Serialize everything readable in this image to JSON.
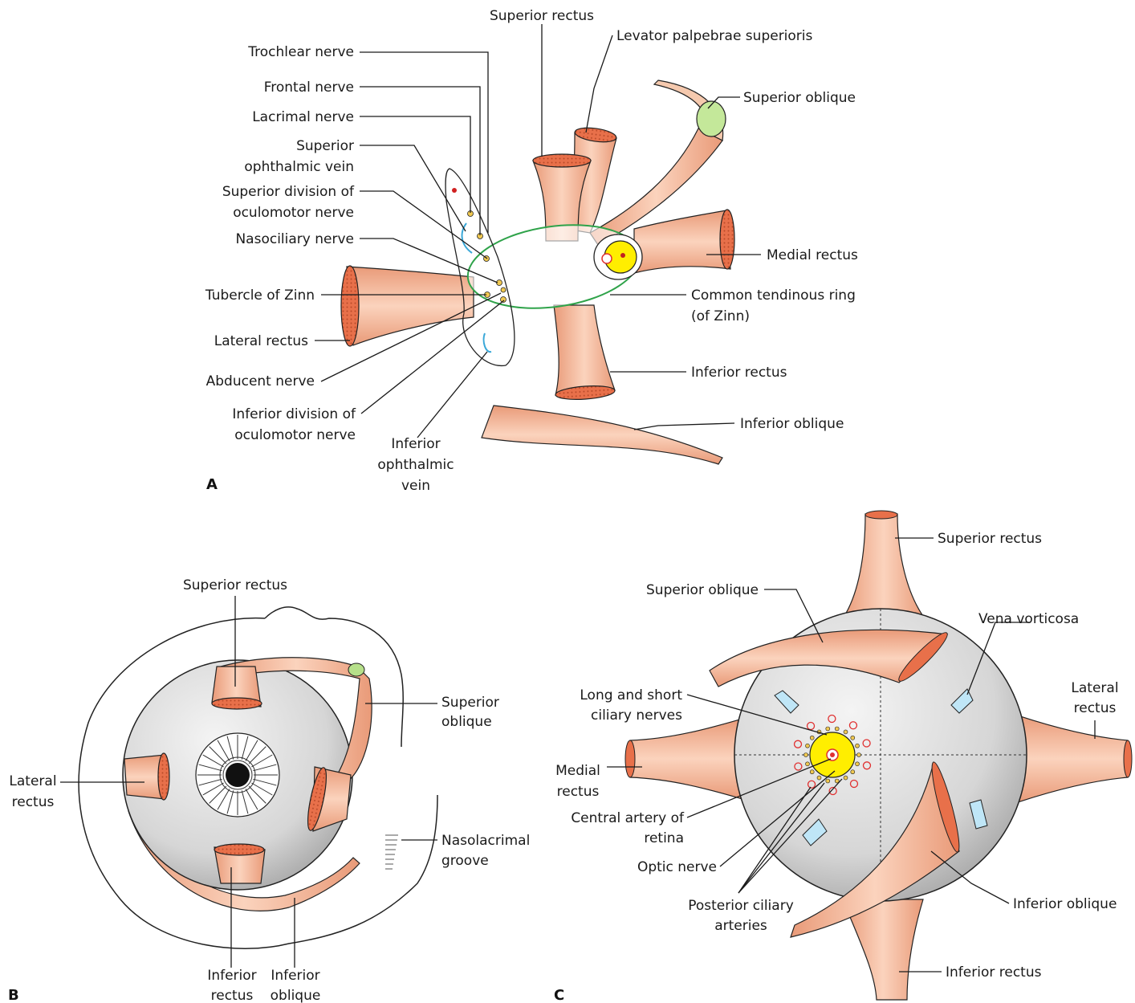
{
  "panels": {
    "a": {
      "letter": "A",
      "labels": {
        "superior_rectus": "Superior rectus",
        "levator": "Levator palpebrae superioris",
        "superior_oblique": "Superior oblique",
        "trochlear": "Trochlear nerve",
        "frontal": "Frontal nerve",
        "lacrimal": "Lacrimal nerve",
        "sup_ophth_vein_1": "Superior",
        "sup_ophth_vein_2": "ophthalmic vein",
        "sup_div_1": "Superior division of",
        "sup_div_2": "oculomotor nerve",
        "nasociliary": "Nasociliary nerve",
        "medial_rectus": "Medial rectus",
        "tubercle": "Tubercle of Zinn",
        "common_ring_1": "Common tendinous ring",
        "common_ring_2": "(of Zinn)",
        "lateral_rectus": "Lateral rectus",
        "abducent": "Abducent nerve",
        "inferior_rectus": "Inferior rectus",
        "inf_div_1": "Inferior division of",
        "inf_div_2": "oculomotor nerve",
        "inferior_oblique": "Inferior oblique",
        "inf_ophth_1": "Inferior",
        "inf_ophth_2": "ophthalmic",
        "inf_ophth_3": "vein"
      }
    },
    "b": {
      "letter": "B",
      "labels": {
        "superior_rectus": "Superior rectus",
        "superior_oblique_1": "Superior",
        "superior_oblique_2": "oblique",
        "lateral_rectus_1": "Lateral",
        "lateral_rectus_2": "rectus",
        "nasolacrimal_1": "Nasolacrimal",
        "nasolacrimal_2": "groove",
        "inferior_rectus_1": "Inferior",
        "inferior_rectus_2": "rectus",
        "inferior_oblique_1": "Inferior",
        "inferior_oblique_2": "oblique"
      }
    },
    "c": {
      "letter": "C",
      "labels": {
        "superior_rectus": "Superior rectus",
        "superior_oblique": "Superior oblique",
        "vena_vorticosa": "Vena vorticosa",
        "ciliary_nerves_1": "Long and short",
        "ciliary_nerves_2": "ciliary nerves",
        "lateral_rectus_1": "Lateral",
        "lateral_rectus_2": "rectus",
        "medial_rectus_1": "Medial",
        "medial_rectus_2": "rectus",
        "central_artery_1": "Central artery of",
        "central_artery_2": "retina",
        "optic_nerve": "Optic nerve",
        "inferior_oblique": "Inferior oblique",
        "posterior_ciliary_1": "Posterior ciliary",
        "posterior_ciliary_2": "arteries",
        "inferior_rectus": "Inferior rectus"
      }
    }
  },
  "colors": {
    "muscle": "#f2b898",
    "muscle_dark": "#d9825c",
    "muscle_cut": "#e8704a",
    "tendon": "#b6e08a",
    "globe": "#d9d9d9",
    "optic_disc": "#ffee00",
    "ring": "#2fa34a",
    "vein": "#3aa8d8",
    "nerve_dot": "#f0c850",
    "artery_dot": "#e03030"
  }
}
